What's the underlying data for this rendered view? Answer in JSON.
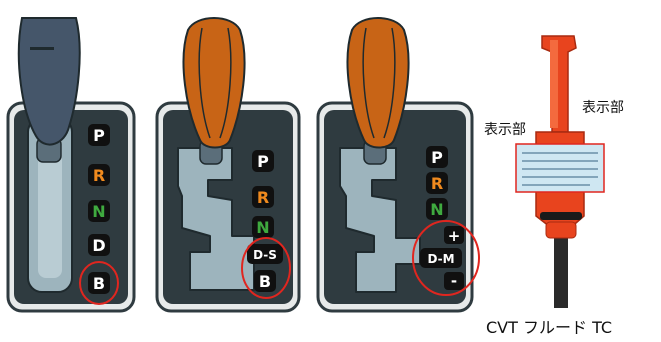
{
  "panel_a": {
    "gates": [
      {
        "label": "P",
        "color": "#ffffff"
      },
      {
        "label": "R",
        "color": "#f08a1e"
      },
      {
        "label": "N",
        "color": "#3faa3f"
      },
      {
        "label": "D",
        "color": "#ffffff"
      },
      {
        "label": "B",
        "color": "#ffffff"
      }
    ]
  },
  "panel_b": {
    "gates": [
      {
        "label": "P",
        "color": "#ffffff"
      },
      {
        "label": "R",
        "color": "#f08a1e"
      },
      {
        "label": "N",
        "color": "#3faa3f"
      },
      {
        "label": "D-S",
        "color": "#ffffff"
      },
      {
        "label": "B",
        "color": "#ffffff"
      }
    ]
  },
  "panel_c": {
    "gates": [
      {
        "label": "P",
        "color": "#ffffff"
      },
      {
        "label": "R",
        "color": "#f08a1e"
      },
      {
        "label": "N",
        "color": "#3faa3f"
      },
      {
        "label": "+",
        "color": "#ffffff"
      },
      {
        "label": "D-M",
        "color": "#ffffff"
      },
      {
        "label": "-",
        "color": "#ffffff"
      }
    ]
  },
  "dipstick": {
    "callout_left": "表示部",
    "callout_right": "表示部",
    "caption": "CVT フルード TC",
    "colors": {
      "body": "#e8441e",
      "label_panel": "#cfe7f2",
      "highlight": "#e0261f"
    }
  },
  "colors": {
    "plate_dark": "#2f3b40",
    "plate_rim": "#e7eaea",
    "gate_fill": "#9db4bd",
    "knob_blue": "#45566a",
    "knob_orange": "#c86416",
    "circle": "#e0261f"
  }
}
